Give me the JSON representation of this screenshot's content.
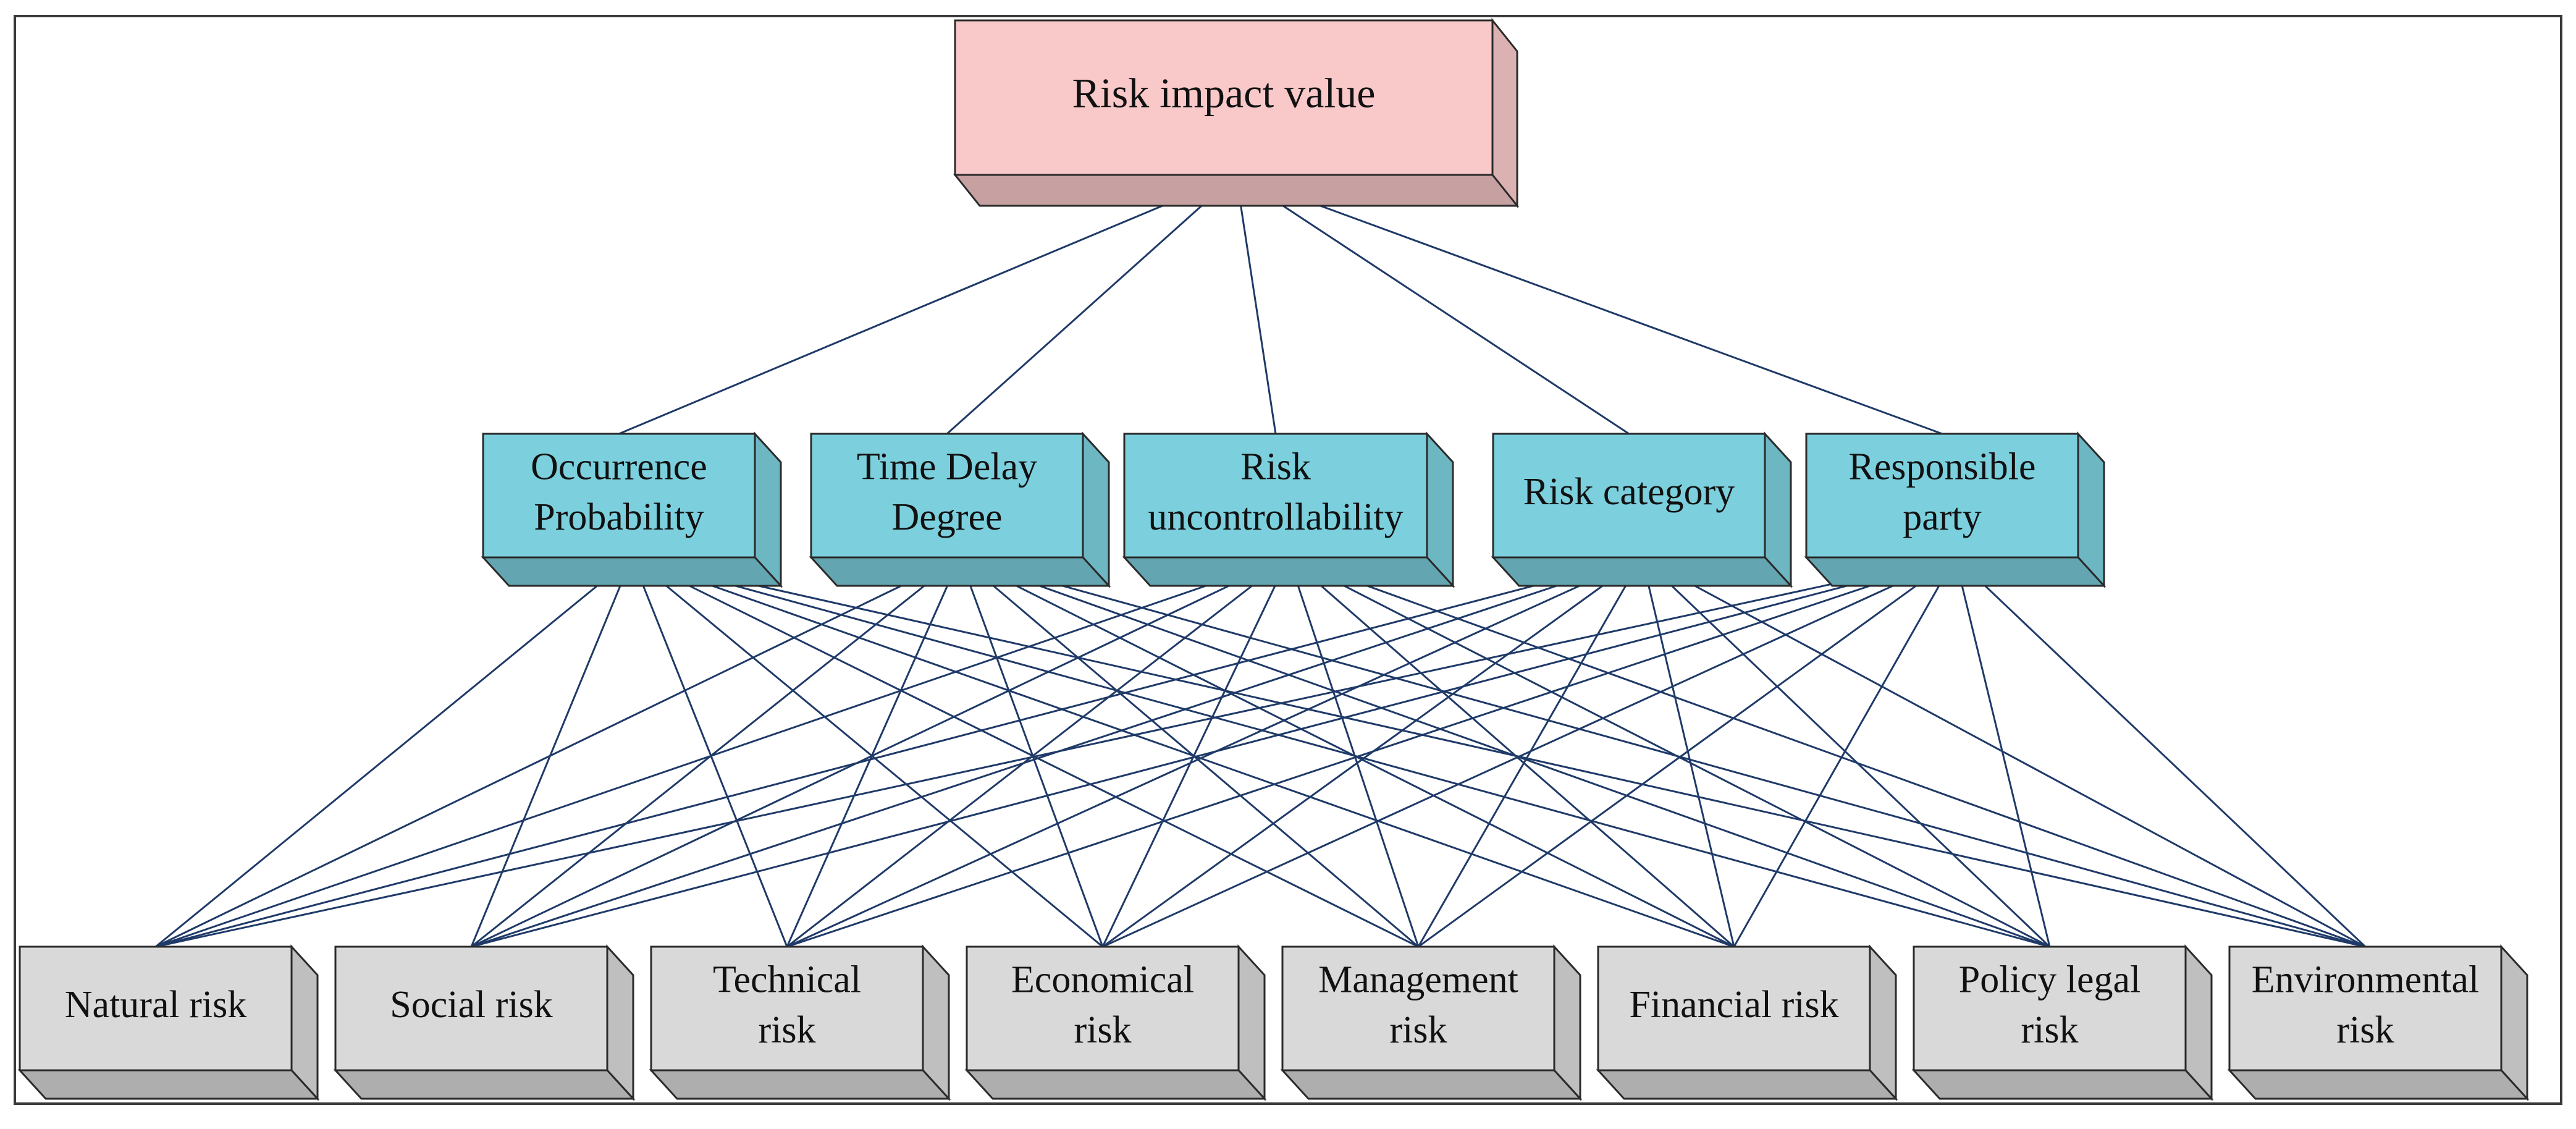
{
  "diagram": {
    "root": {
      "label": "Risk impact value"
    },
    "criteria": [
      {
        "id": "c1",
        "lines": [
          "Occurrence",
          "Probability"
        ]
      },
      {
        "id": "c2",
        "lines": [
          "Time Delay",
          "Degree"
        ]
      },
      {
        "id": "c3",
        "lines": [
          "Risk",
          "uncontrollability"
        ]
      },
      {
        "id": "c4",
        "lines": [
          "Risk category"
        ]
      },
      {
        "id": "c5",
        "lines": [
          "Responsible",
          "party"
        ]
      }
    ],
    "alternatives": [
      {
        "id": "a1",
        "lines": [
          "Natural risk"
        ]
      },
      {
        "id": "a2",
        "lines": [
          "Social risk"
        ]
      },
      {
        "id": "a3",
        "lines": [
          "Technical",
          "risk"
        ]
      },
      {
        "id": "a4",
        "lines": [
          "Economical",
          "risk"
        ]
      },
      {
        "id": "a5",
        "lines": [
          "Management",
          "risk"
        ]
      },
      {
        "id": "a6",
        "lines": [
          "Financial risk"
        ]
      },
      {
        "id": "a7",
        "lines": [
          "Policy legal",
          "risk"
        ]
      },
      {
        "id": "a8",
        "lines": [
          "Environmental",
          "risk"
        ]
      }
    ],
    "colors": {
      "root_fill": "#f9c9ca",
      "criteria_fill": "#7cd0de",
      "alternative_fill": "#d9d9d9",
      "edge": "#1f3a68"
    }
  }
}
